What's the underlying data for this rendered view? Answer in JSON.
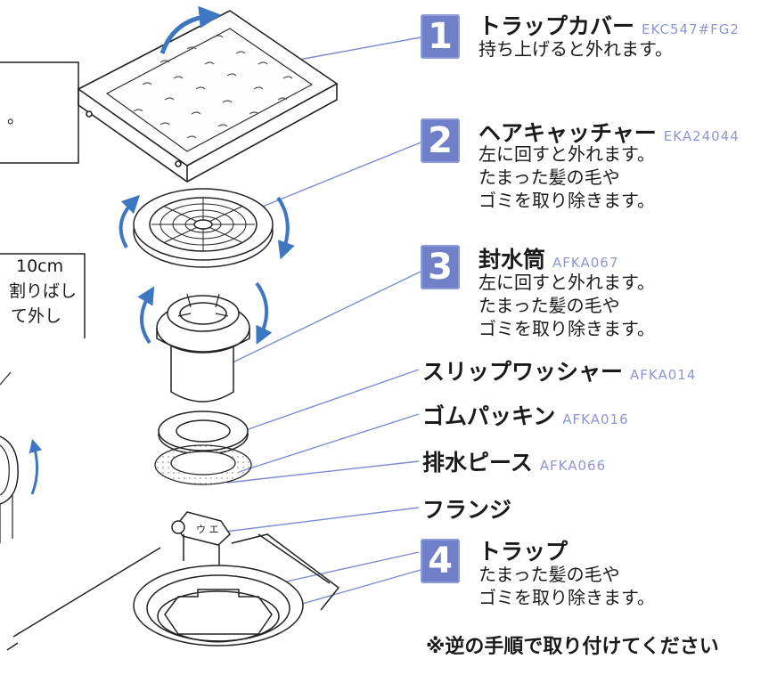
{
  "parts": [
    {
      "number": "1",
      "name": "トラップカバー",
      "code": "EKC547#FG2",
      "desc": [
        "持ち上げると外れます。"
      ]
    },
    {
      "number": "2",
      "name": "ヘアキャッチャー",
      "code": "EKA24044",
      "desc": [
        "左に回すと外れます。",
        "たまった髪の毛や",
        "ゴミを取り除きます。"
      ]
    },
    {
      "number": "3",
      "name": "封水筒",
      "code": "AFKA067",
      "desc": [
        "左に回すと外れます。",
        "たまった髪の毛や",
        "ゴミを取り除きます。"
      ]
    },
    {
      "number": "",
      "name": "スリップワッシャー",
      "code": "AFKA014"
    },
    {
      "number": "",
      "name": "ゴムパッキン",
      "code": "AFKA016"
    },
    {
      "number": "",
      "name": "排水ピース",
      "code": "AFKA066"
    },
    {
      "number": "",
      "name": "フランジ",
      "code": ""
    },
    {
      "number": "4",
      "name": "トラップ",
      "code": "",
      "desc": [
        "たまった髪の毛や",
        "ゴミを取り除きます。"
      ]
    }
  ],
  "footer_note": "※逆の手順で取り付けてください",
  "left_panel": {
    "top_fragment": "。",
    "lines": [
      "10cm",
      "割りばし",
      "て外し"
    ]
  },
  "colors": {
    "badge": "#6f7fc8",
    "code": "#8d96d4",
    "leader": "#7d8ad0",
    "arrow": "#3d77c2"
  }
}
